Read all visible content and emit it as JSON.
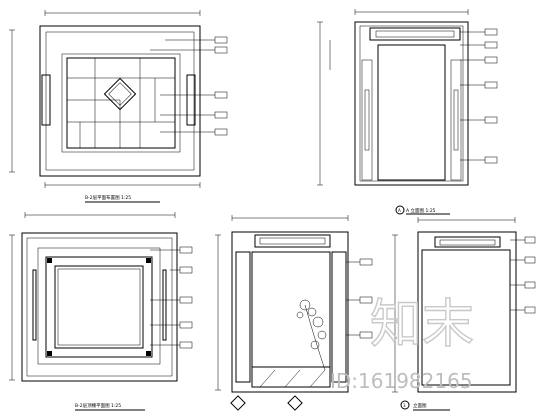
{
  "watermark": {
    "logo_text": "知末",
    "id_text": "ID:161982165"
  },
  "views": [
    {
      "key": "ceiling_plan_1",
      "caption": "B-2层平面布置图 1:25"
    },
    {
      "key": "elevation_a",
      "caption": "A 立面图 1:25",
      "marker": "A"
    },
    {
      "key": "ceiling_plan_2",
      "caption": "B-2层顶棚平面图 1:25"
    },
    {
      "key": "elevation_b",
      "caption": ""
    },
    {
      "key": "elevation_c",
      "caption": "立面图",
      "marker": "3"
    }
  ]
}
